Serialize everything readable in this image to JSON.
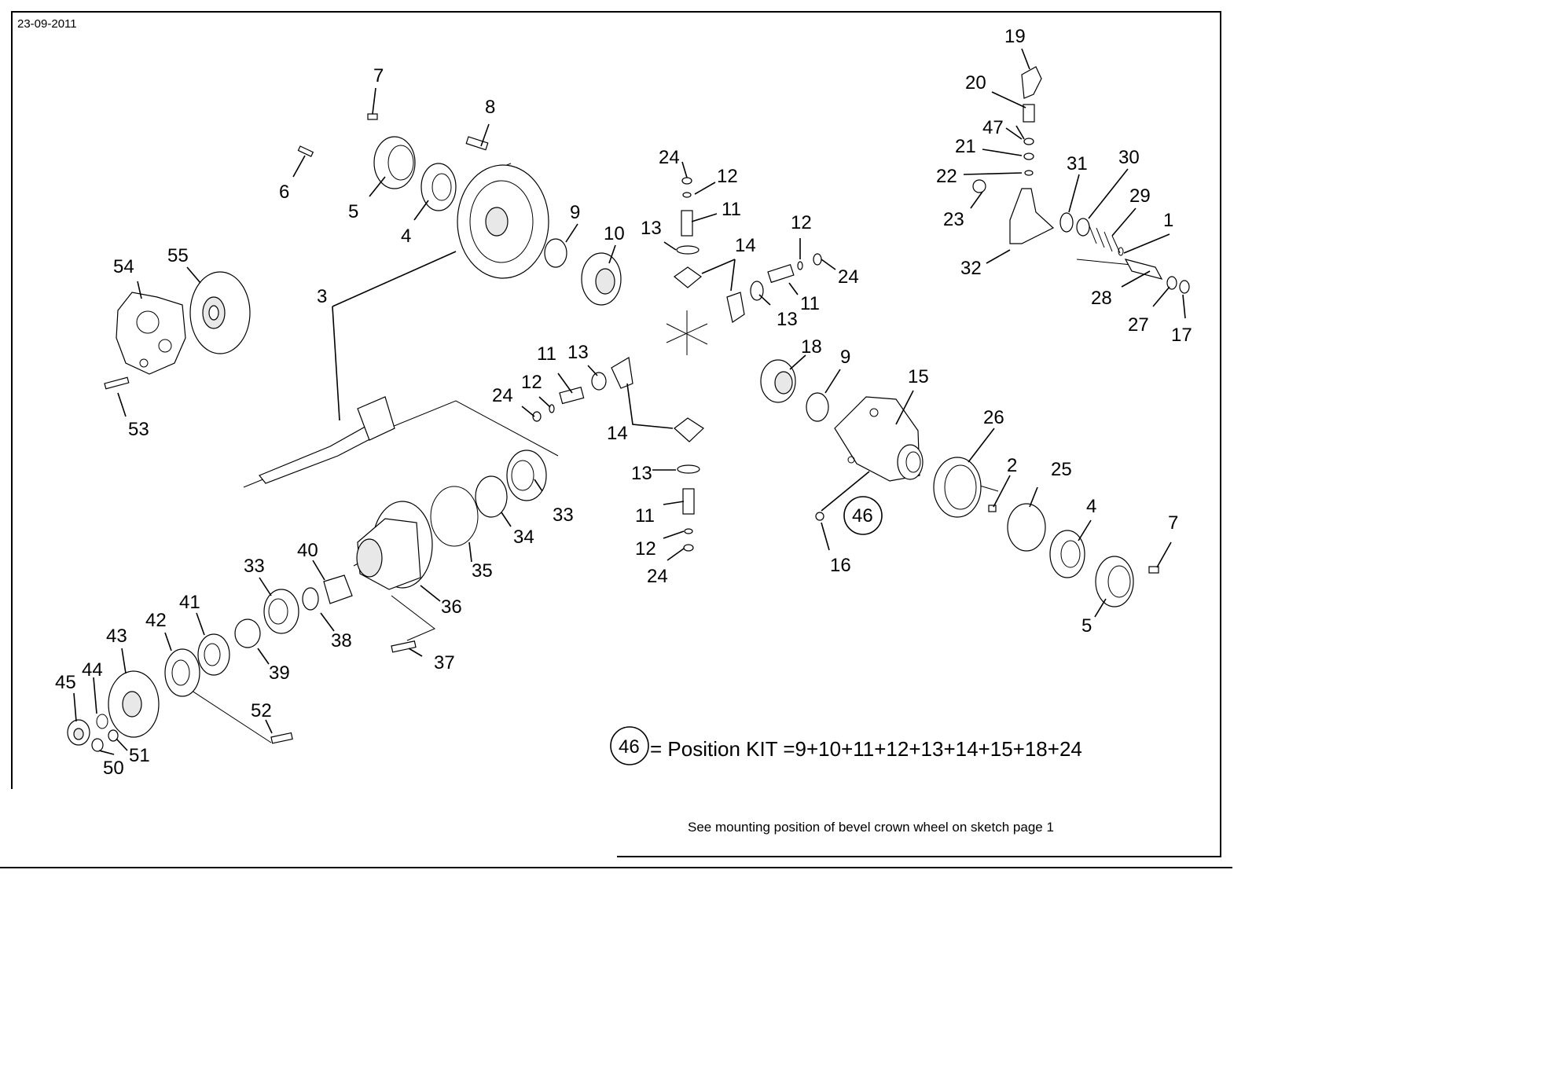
{
  "header": {
    "date": "23-09-2011"
  },
  "diagram": {
    "callouts": [
      "1",
      "2",
      "3",
      "4",
      "4",
      "5",
      "5",
      "6",
      "7",
      "7",
      "8",
      "9",
      "9",
      "10",
      "11",
      "11",
      "11",
      "11",
      "12",
      "12",
      "12",
      "12",
      "13",
      "13",
      "13",
      "13",
      "14",
      "14",
      "15",
      "16",
      "17",
      "18",
      "19",
      "20",
      "21",
      "22",
      "23",
      "24",
      "24",
      "24",
      "24",
      "25",
      "26",
      "27",
      "28",
      "29",
      "30",
      "31",
      "32",
      "33",
      "33",
      "34",
      "35",
      "36",
      "37",
      "38",
      "39",
      "40",
      "41",
      "42",
      "43",
      "44",
      "45",
      "46",
      "47",
      "50",
      "51",
      "52",
      "53",
      "54",
      "55"
    ],
    "kit_marker": "46",
    "kit_text": "= Position KIT =9+10+11+12+13+14+15+18+24"
  },
  "footer": {
    "note": "See mounting position of bevel crown wheel on sketch page 1"
  }
}
